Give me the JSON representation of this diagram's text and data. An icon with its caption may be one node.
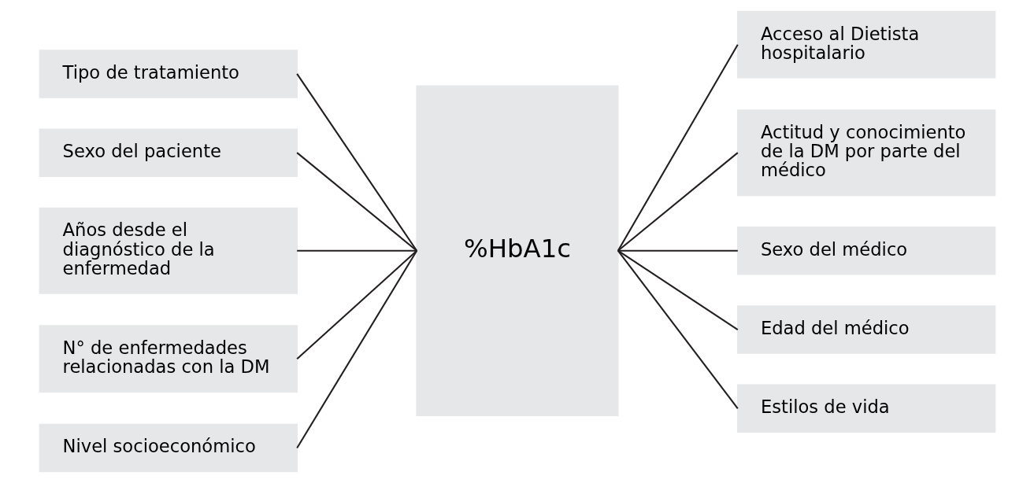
{
  "diagram": {
    "nodes": [
      {
        "text": [
          "%HbA1c"
        ]
      },
      {
        "text": [
          "Tipo de tratamiento"
        ]
      },
      {
        "text": [
          "Sexo del paciente"
        ]
      },
      {
        "text": [
          "Años desde el diagnóstico de la enfermedad"
        ]
      },
      {
        "text": [
          "N° de enfermedades relacionadas con la DM"
        ]
      },
      {
        "text": [
          "Nivel socioeconómico"
        ]
      },
      {
        "text": [
          "Acceso al Dietista hospitalario"
        ]
      },
      {
        "text": [
          "Actitud y conocimiento de la DM por parte del médico"
        ]
      },
      {
        "text": [
          "Sexo del médico"
        ]
      },
      {
        "text": [
          "Edad del médico"
        ]
      },
      {
        "text": [
          "Estilos de vida"
        ]
      }
    ],
    "edges": [
      {
        "from": 1,
        "to": 0,
        "arrow": "none"
      },
      {
        "from": 2,
        "to": 0,
        "arrow": "none"
      },
      {
        "from": 3,
        "to": 0,
        "arrow": "none"
      },
      {
        "from": 4,
        "to": 0,
        "arrow": "none"
      },
      {
        "from": 5,
        "to": 0,
        "arrow": "none"
      },
      {
        "from": 0,
        "to": 6,
        "arrow": "none"
      },
      {
        "from": 0,
        "to": 7,
        "arrow": "none"
      },
      {
        "from": 0,
        "to": 8,
        "arrow": "none"
      },
      {
        "from": 0,
        "to": 9,
        "arrow": "none"
      },
      {
        "from": 0,
        "to": 10,
        "arrow": "none"
      }
    ]
  }
}
